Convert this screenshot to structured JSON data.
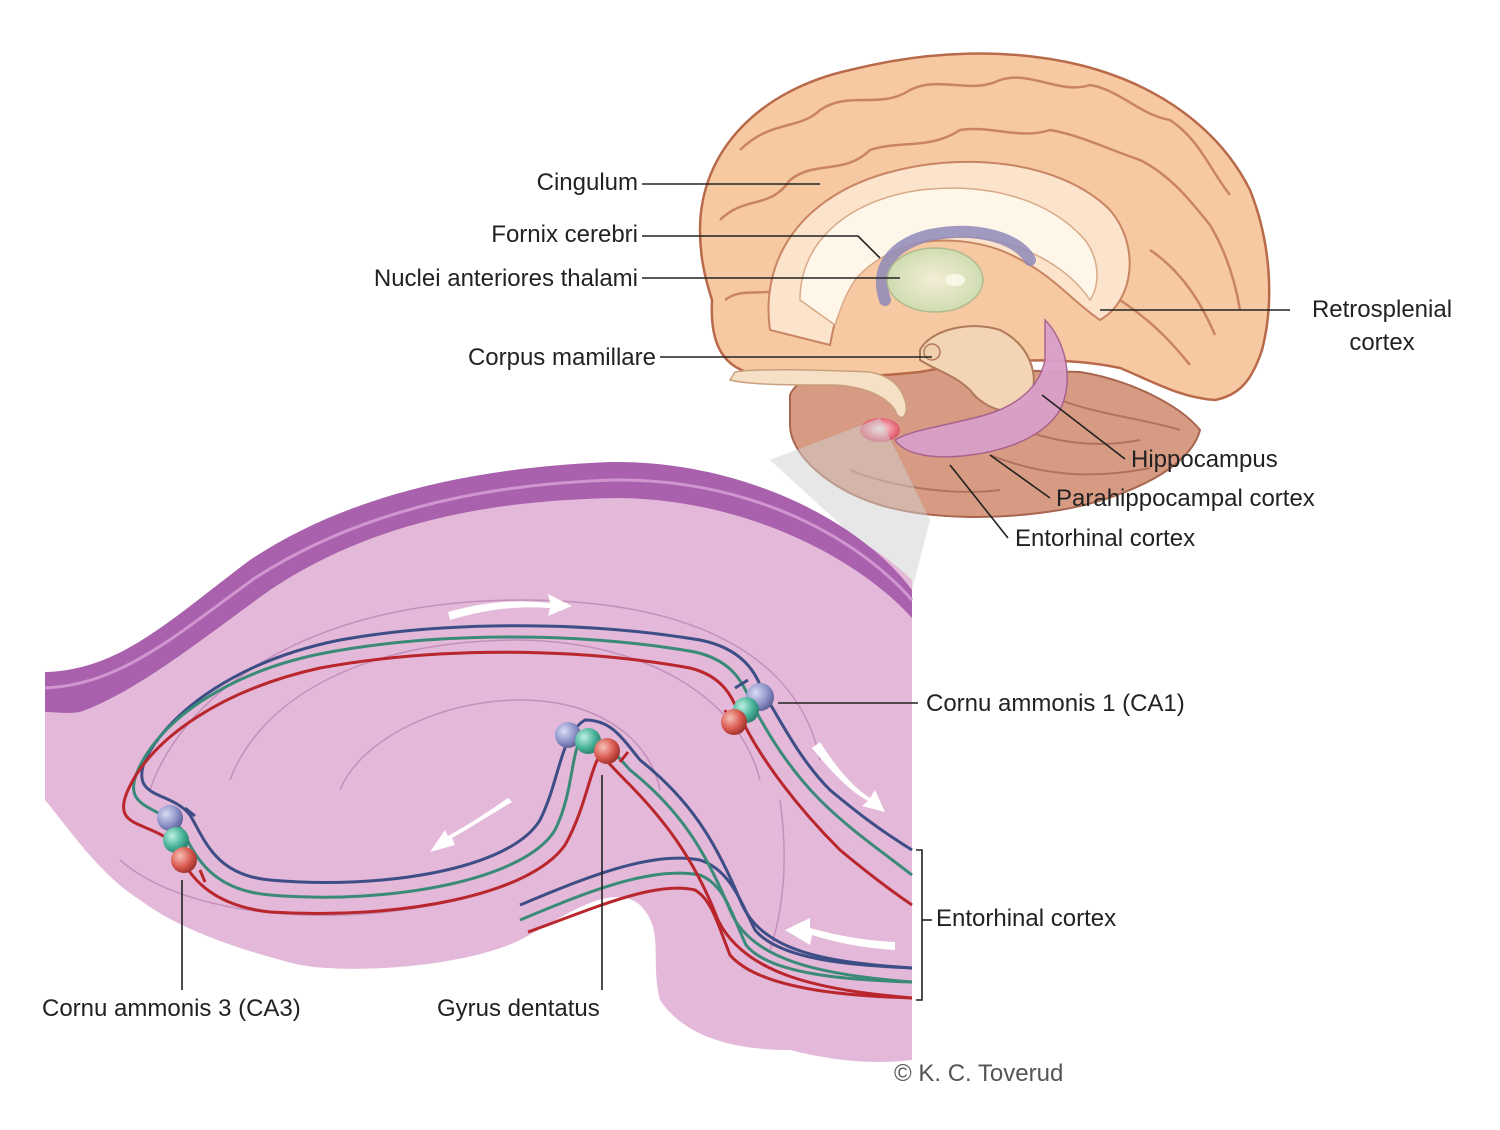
{
  "labels": {
    "cingulum": "Cingulum",
    "fornix": "Fornix cerebri",
    "nuclei": "Nuclei anteriores thalami",
    "mamillare": "Corpus mamillare",
    "retrosplenial_1": "Retrosplenial",
    "retrosplenial_2": "cortex",
    "hippocampus": "Hippocampus",
    "parahippocampal": "Parahippocampal cortex",
    "entorhinal_top": "Entorhinal cortex",
    "ca1": "Cornu ammonis 1 (CA1)",
    "entorhinal_bottom": "Entorhinal cortex",
    "ca3": "Cornu ammonis 3 (CA3)",
    "gyrus": "Gyrus dentatus",
    "copyright": "© K. C. Toverud"
  },
  "colors": {
    "cortex": "#f6c9a3",
    "cortex_outline": "#b86a4a",
    "white_matter": "#fbe3cc",
    "cerebellum": "#d79a83",
    "hippocampus": "#d9a0c8",
    "hippo_body": "#e3b8d8",
    "hippo_rim": "#b070b8",
    "path_blue": "#3d4e86",
    "path_green": "#3a8a78",
    "path_red": "#b9262c",
    "neuron_blue": "#8e94c9",
    "neuron_green": "#49b39a",
    "neuron_red": "#d95a4f"
  }
}
